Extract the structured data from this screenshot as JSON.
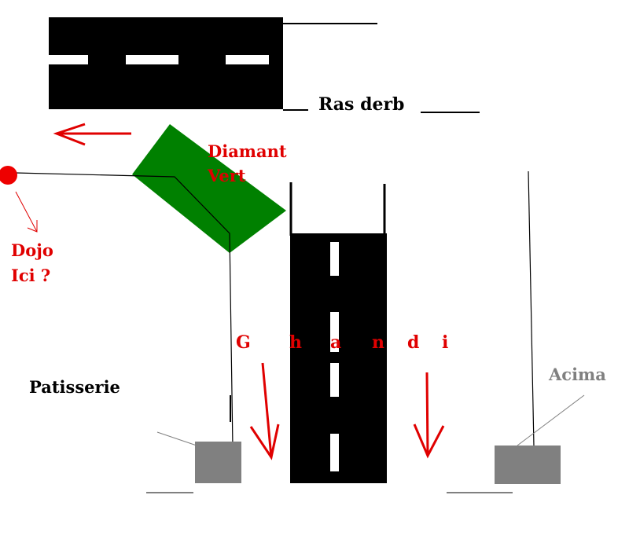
{
  "labels": {
    "ras_derb": "Ras derb",
    "diamant": "Diamant",
    "vert": "Vert",
    "dojo": "Dojo",
    "ici": "Ici ?",
    "patisserie": "Patisserie",
    "acima": "Acima",
    "ghandi": [
      "G",
      "h",
      "a",
      "n",
      "d",
      "i"
    ]
  },
  "colors": {
    "road": "#000000",
    "lane_marking": "#ffffff",
    "diamant_vert": "#008000",
    "label_red": "#e00000",
    "building": "#808080",
    "label_gray": "#808080"
  },
  "icons": {
    "location_marker": "red-dot",
    "direction_arrows": "red-arrow"
  }
}
